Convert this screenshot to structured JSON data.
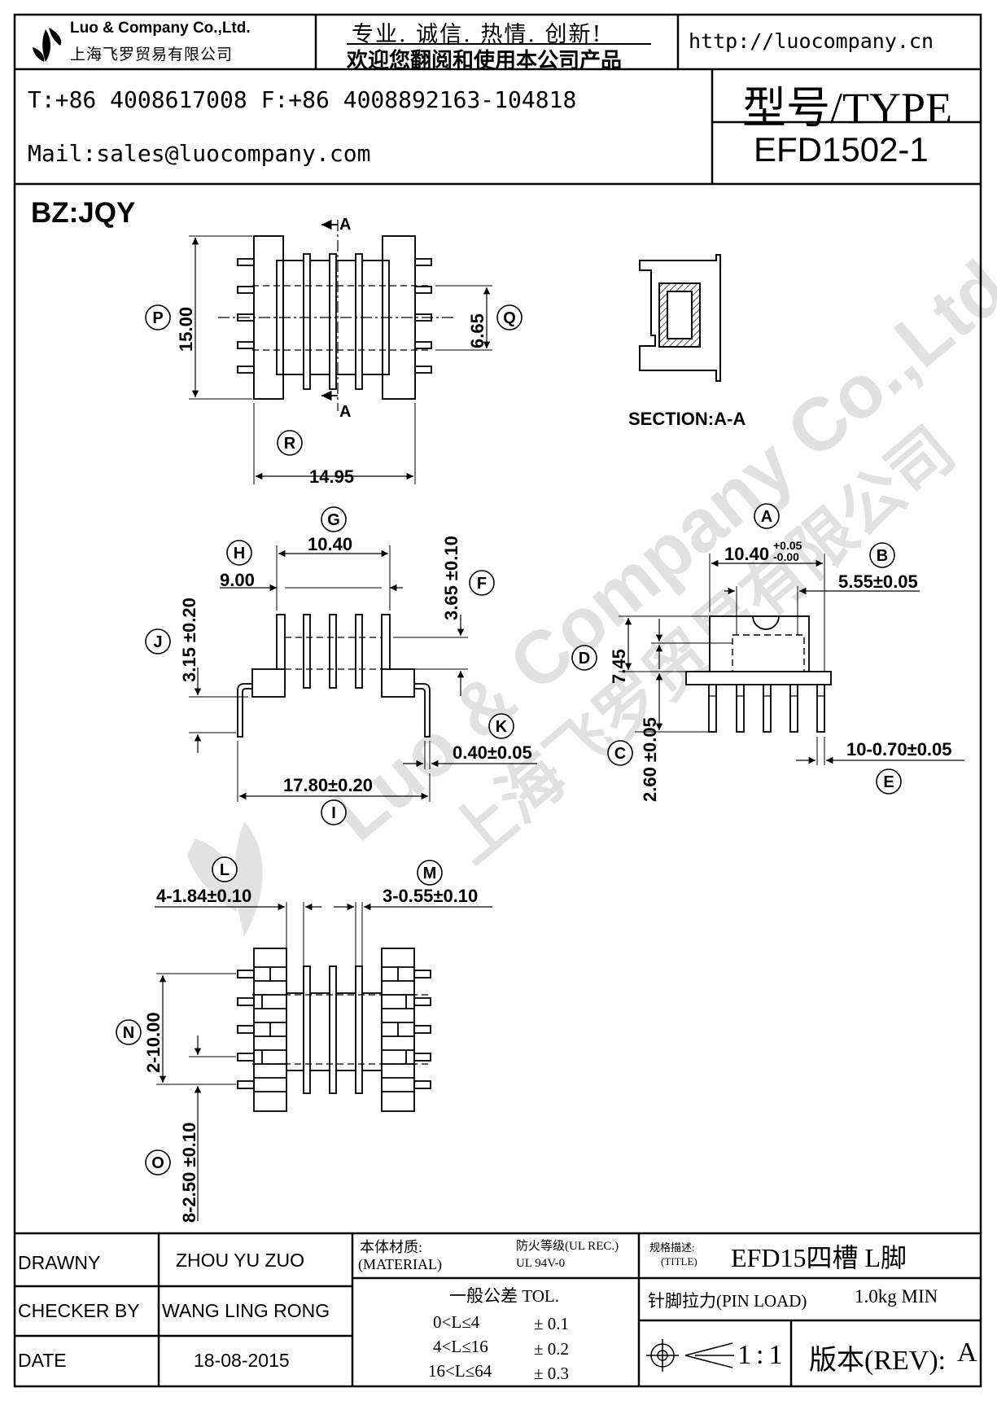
{
  "header": {
    "company_name": "Luo & Company Co.,Ltd.",
    "company_name_cn": "上海飞罗贸易有限公司",
    "slogan_line1": "专业. 诚信. 热情. 创新!",
    "slogan_line2": "欢迎您翻阅和使用本公司产品",
    "website": "http://luocompany.cn",
    "phone_fax": "T:+86 4008617008 F:+86 4008892163-104818",
    "mail": "Mail:sales@luocompany.com",
    "type_label": "型号/TYPE",
    "type_value": "EFD1502-1"
  },
  "drawing": {
    "bz_label": "BZ:JQY",
    "section_label": "SECTION:A-A",
    "section_marker": "A",
    "watermark_text": "Luo & Company Co.,Ltd",
    "watermark_text_cn": "上海飞罗贸易有限公司",
    "callouts": {
      "P": "P",
      "Q": "Q",
      "R": "R",
      "G": "G",
      "H": "H",
      "F": "F",
      "J": "J",
      "K": "K",
      "I": "I",
      "A": "A",
      "B": "B",
      "D": "D",
      "C": "C",
      "E": "E",
      "L": "L",
      "M": "M",
      "N": "N",
      "O": "O"
    },
    "dims": {
      "d15": "15.00",
      "d665": "6.65",
      "d1495": "14.95",
      "d1040": "10.40",
      "d900": "9.00",
      "d365": "3.65 ±0.10",
      "d315": "3.15 ±0.20",
      "d040": "0.40±0.05",
      "d1780": "17.80±0.20",
      "dA_main": "10.40",
      "dA_tol_up": "+0.05",
      "dA_tol_dn": "-0.00",
      "d555": "5.55±0.05",
      "d745": "7.45",
      "d260": "2.60 ±0.05",
      "d1070": "10-0.70±0.05",
      "d184": "4-1.84±0.10",
      "d055": "3-0.55±0.10",
      "d1000": "2-10.00",
      "d250": "8-2.50 ±0.10"
    }
  },
  "footer": {
    "drawn_label": "DRAWNY",
    "drawn_value": "ZHOU YU ZUO",
    "checker_label": "CHECKER BY",
    "checker_value": "WANG LING RONG",
    "date_label": "DATE",
    "date_value": "18-08-2015",
    "material_label": "本体材质:",
    "material_label_en": "(MATERIAL)",
    "fire_label": "防火等级(UL REC.)",
    "fire_value": "UL 94V-0",
    "title_label": "规格描述:",
    "title_label_en": "(TITLE)",
    "title_value": "EFD15四槽 L脚",
    "tol_label": "一般公差 TOL.",
    "tol_rows": [
      {
        "range": "0<L≤4",
        "tol": "± 0.1"
      },
      {
        "range": "4<L≤16",
        "tol": "± 0.2"
      },
      {
        "range": "16<L≤64",
        "tol": "± 0.3"
      }
    ],
    "pin_load_label": "针脚拉力(PIN LOAD)",
    "pin_load_value": "1.0kg MIN",
    "scale_value": "1:1",
    "rev_label": "版本(REV):",
    "rev_value": "A"
  }
}
